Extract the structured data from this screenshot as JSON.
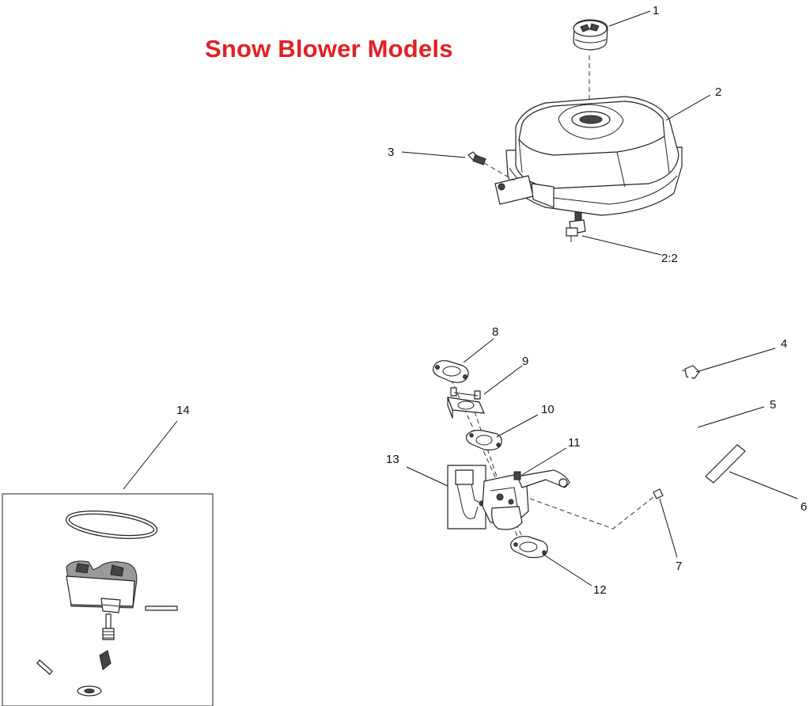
{
  "title": "Snow Blower Models",
  "title_color": "#e32024",
  "callouts": {
    "c1": "1",
    "c2": "2",
    "c3": "3",
    "c2_2": "2:2",
    "c4": "4",
    "c5": "5",
    "c6": "6",
    "c7": "7",
    "c8": "8",
    "c9": "9",
    "c10": "10",
    "c11": "11",
    "c12": "12",
    "c13": "13",
    "c14": "14"
  }
}
